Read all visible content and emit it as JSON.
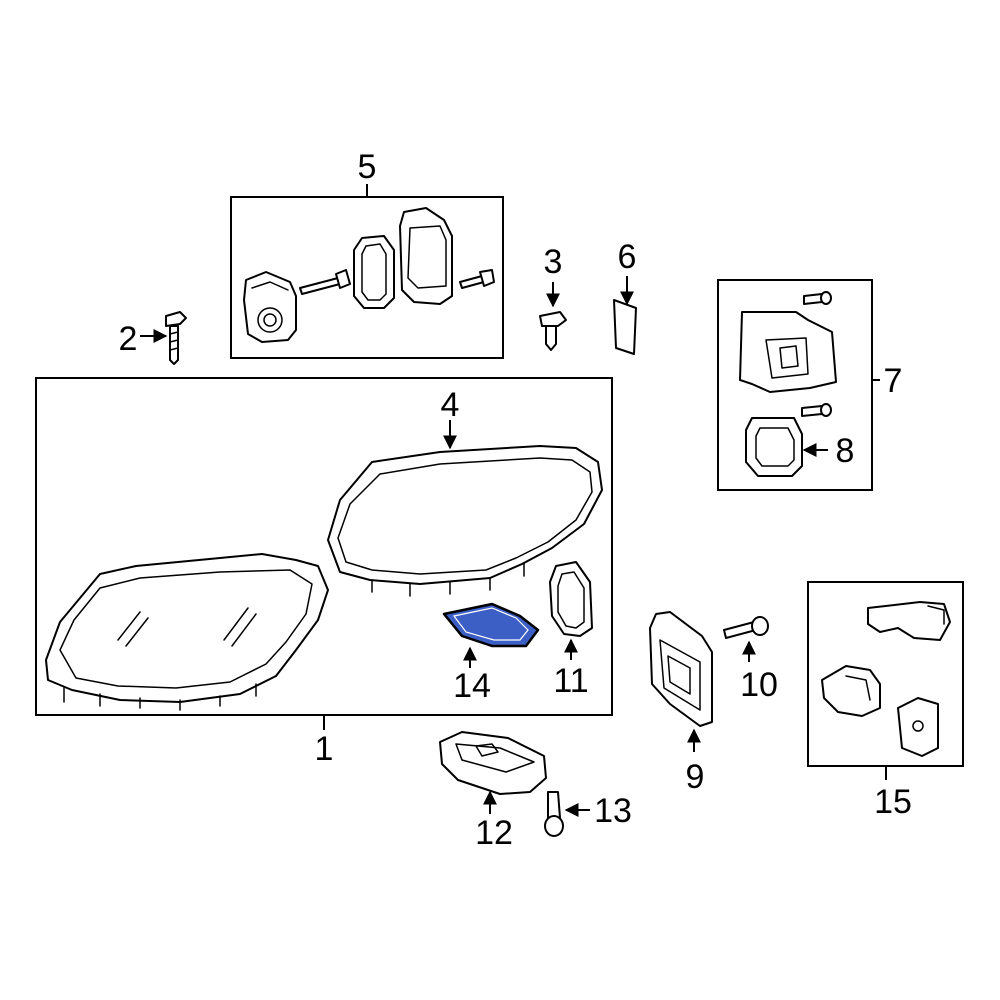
{
  "diagram": {
    "callouts": {
      "c1": "1",
      "c2": "2",
      "c3": "3",
      "c4": "4",
      "c5": "5",
      "c6": "6",
      "c7": "7",
      "c8": "8",
      "c9": "9",
      "c10": "10",
      "c11": "11",
      "c12": "12",
      "c13": "13",
      "c14": "14",
      "c15": "15"
    },
    "highlighted_part": "14",
    "highlight_color": "#3b5fc4",
    "line_color": "#000000",
    "background": "#ffffff"
  }
}
